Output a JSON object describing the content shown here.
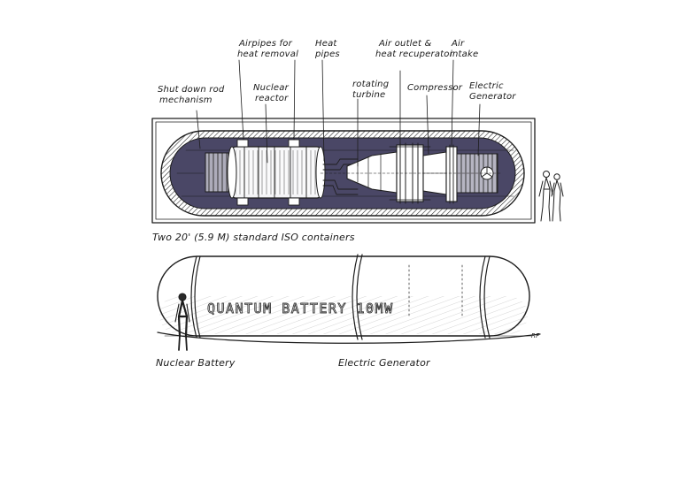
{
  "labels": {
    "airpipes": [
      "Airpipes for",
      "heat removal"
    ],
    "heat_pipes": [
      "Heat",
      "pipes"
    ],
    "air_outlet": [
      "Air outlet &",
      "heat recuperator"
    ],
    "air_intake": [
      "Air",
      "intake"
    ],
    "shutdown_rod": [
      "Shut down rod",
      "mechanism"
    ],
    "nuclear_reactor": [
      "Nuclear",
      "reactor"
    ],
    "rotating_turbine": [
      "rotating",
      "turbine"
    ],
    "compressor": "Compressor",
    "electric_generator_top": [
      "Electric",
      "Generator"
    ]
  },
  "captions": {
    "containers": "Two 20' (5.9 M) standard ISO containers",
    "nuclear_battery": "Nuclear Battery",
    "electric_generator": "Electric Generator"
  },
  "stencil_text": "QUANTUM BATTERY  10MW",
  "signature": "RF",
  "colors": {
    "ink": "#1d1d1d",
    "interior_fill": "#4a4766",
    "interior_dark": "#3b3856",
    "paper": "#ffffff"
  }
}
